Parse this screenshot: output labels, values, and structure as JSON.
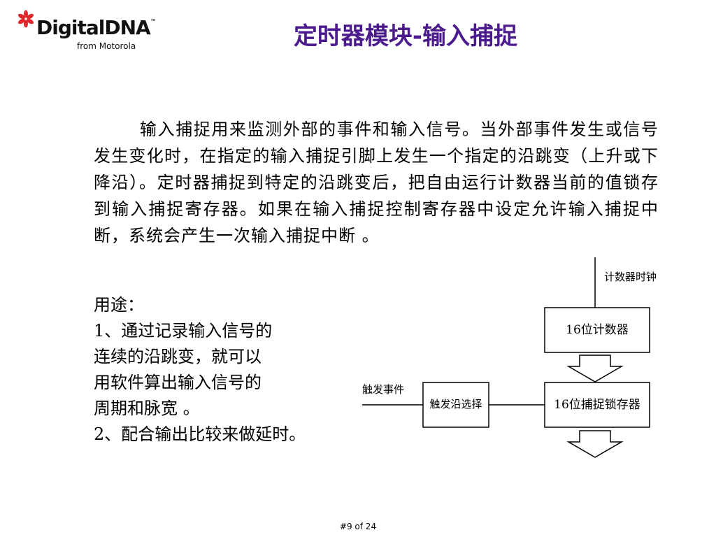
{
  "logo": {
    "brand": "DigitalDNA",
    "subtitle": "from Motorola",
    "accent_color": "#e0282c"
  },
  "title": "定时器模块-输入捕捉",
  "title_color": "#4b1a8c",
  "paragraph": "输入捕捉用来监测外部的事件和输入信号。当外部事件发生或信号发生变化时，在指定的输入捕捉引脚上发生一个指定的沿跳变（上升或下降沿）。定时器捕捉到特定的沿跳变后，把自由运行计数器当前的值锁存到输入捕捉寄存器。如果在输入捕捉控制寄存器中设定允许输入捕捉中断，系统会产生一次输入捕捉中断 。",
  "uses": {
    "heading": "用途：",
    "lines": [
      "1、通过记录输入信号的",
      "连续的沿跳变，就可以",
      "用软件算出输入信号的",
      "周期和脉宽 。",
      "2、配合输出比较来做延时。"
    ]
  },
  "diagram": {
    "clock_label": "计数器时钟",
    "counter_label": "16位计数器",
    "trigger_input_label": "触发事件",
    "edge_select_label": "触发沿选择",
    "latch_label": "16位捕捉锁存器"
  },
  "footer": "#9 of 24"
}
